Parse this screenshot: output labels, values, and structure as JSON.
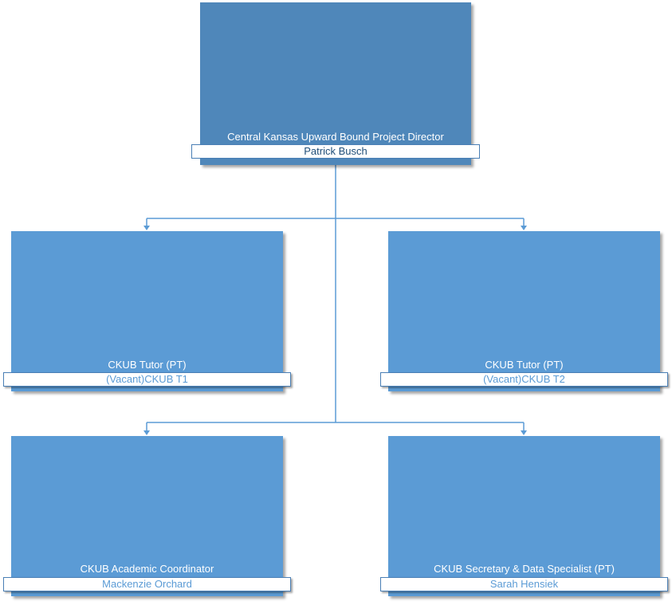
{
  "colors": {
    "top_box": "#4f87ba",
    "child_box": "#5b9bd5",
    "connector": "#5b9bd5",
    "name_text_top": "#1f4e79",
    "name_text_child": "#5b9bd5"
  },
  "director": {
    "title": "Central Kansas Upward Bound Project Director",
    "name": "Patrick Busch"
  },
  "tutor_1": {
    "title": "CKUB Tutor (PT)",
    "name": "(Vacant)CKUB T1"
  },
  "tutor_2": {
    "title": "CKUB Tutor (PT)",
    "name": "(Vacant)CKUB T2"
  },
  "academic_coordinator": {
    "title": "CKUB Academic Coordinator",
    "name": "Mackenzie Orchard"
  },
  "secretary": {
    "title": "CKUB Secretary & Data Specialist (PT)",
    "name": "Sarah Hensiek"
  }
}
